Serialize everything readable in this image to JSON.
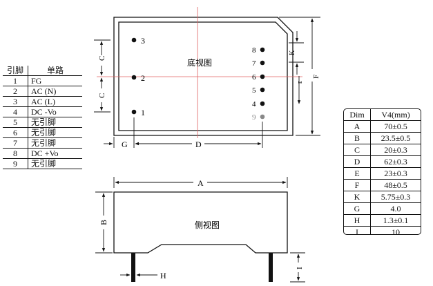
{
  "pin_table": {
    "headers": [
      "引脚",
      "单路"
    ],
    "rows": [
      {
        "pin": "1",
        "name": "FG"
      },
      {
        "pin": "2",
        "name": "AC (N)"
      },
      {
        "pin": "3",
        "name": "AC (L)"
      },
      {
        "pin": "4",
        "name": "DC -Vo"
      },
      {
        "pin": "5",
        "name": "无引脚"
      },
      {
        "pin": "6",
        "name": "无引脚"
      },
      {
        "pin": "7",
        "name": "无引脚"
      },
      {
        "pin": "8",
        "name": "DC +Vo"
      },
      {
        "pin": "9",
        "name": "无引脚"
      }
    ]
  },
  "bottom_view": {
    "title": "底视图",
    "left_pins": [
      "3",
      "2",
      "1"
    ],
    "right_pins": [
      "8",
      "7",
      "6",
      "5",
      "4",
      "9"
    ]
  },
  "side_view": {
    "title": "侧视图"
  },
  "dim_labels": {
    "A": "A",
    "B": "B",
    "C_top": "C",
    "C_bottom": "C",
    "D": "D",
    "E": "E",
    "F": "F",
    "G": "G",
    "H": "H",
    "I": "I",
    "K": "K"
  },
  "dim_table": {
    "headers": [
      "Dim",
      "V4(mm)"
    ],
    "rows": [
      {
        "dim": "A",
        "value": "70±0.5"
      },
      {
        "dim": "B",
        "value": "23.5±0.5"
      },
      {
        "dim": "C",
        "value": "20±0.3"
      },
      {
        "dim": "D",
        "value": "62±0.3"
      },
      {
        "dim": "E",
        "value": "23±0.3"
      },
      {
        "dim": "F",
        "value": "48±0.5"
      },
      {
        "dim": "K",
        "value": "5.75±0.3"
      },
      {
        "dim": "G",
        "value": "4.0"
      },
      {
        "dim": "H",
        "value": "1.3±0.1"
      },
      {
        "dim": "I",
        "value": "10"
      }
    ]
  }
}
